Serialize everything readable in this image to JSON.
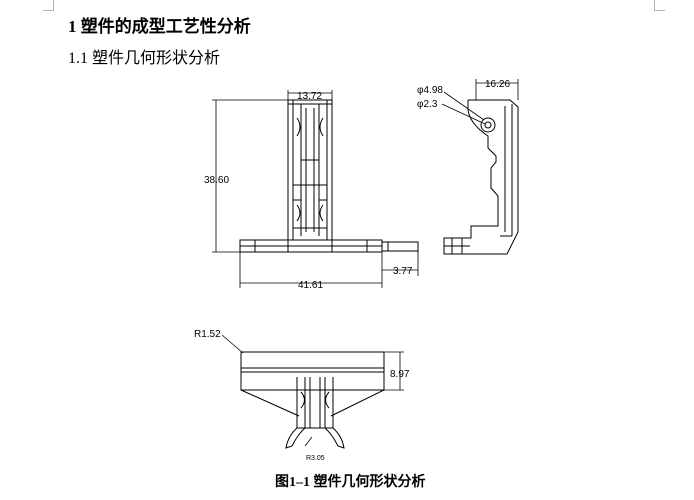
{
  "document": {
    "heading": "1 塑件的成型工艺性分析",
    "subheading": "1.1 塑件几何形状分析",
    "figure_caption": "图1–1  塑件几何形状分析"
  },
  "drawing": {
    "front_view": {
      "width_top": "13.72",
      "height": "38.60",
      "width_base": "41.61",
      "offset": "3.77"
    },
    "side_view": {
      "hole_outer": "φ4.98",
      "hole_inner": "φ2.3",
      "width": "16.26"
    },
    "bottom_view": {
      "radius_corner": "R1.52",
      "height": "8.97",
      "radius_clip": "R3.05"
    }
  }
}
